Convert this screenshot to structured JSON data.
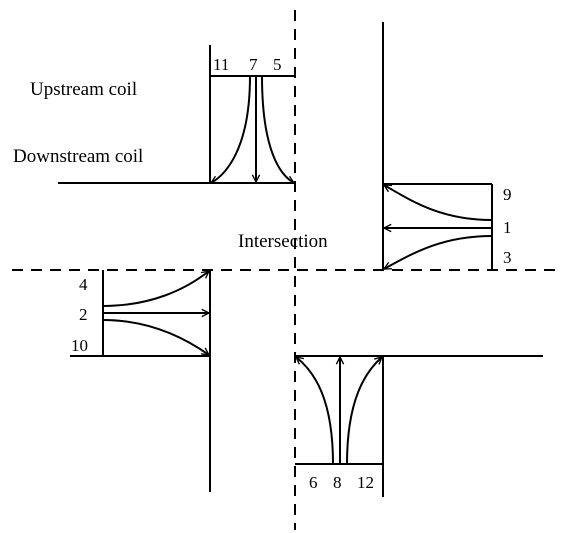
{
  "labels": {
    "upstream_coil": "Upstream coil",
    "downstream_coil": "Downstream coil",
    "intersection": "Intersection"
  },
  "movements": {
    "north": [
      "11",
      "7",
      "5"
    ],
    "east": [
      "9",
      "1",
      "3"
    ],
    "west": [
      "4",
      "2",
      "10"
    ],
    "south": [
      "6",
      "8",
      "12"
    ]
  }
}
